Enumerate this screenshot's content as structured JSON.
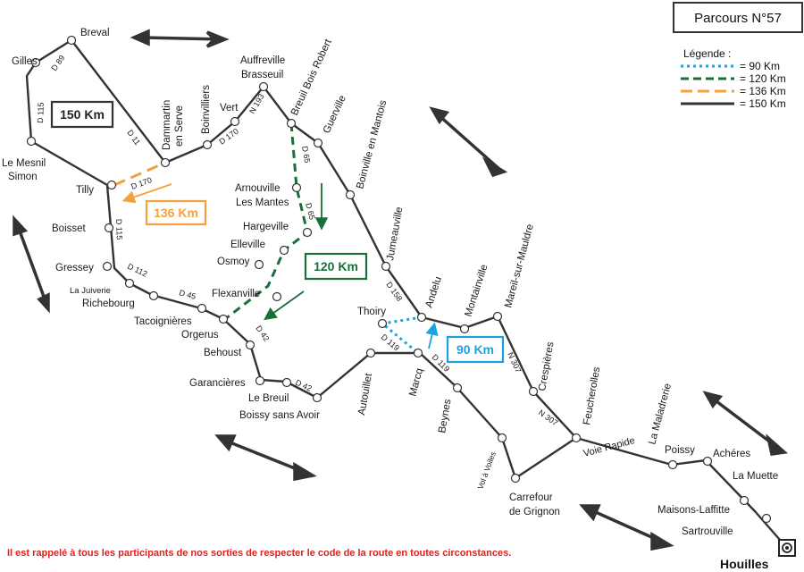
{
  "title": "Parcours N°57",
  "legend": {
    "heading": "Légende :",
    "items": [
      {
        "label": "=   90 Km",
        "color": "#1aa3e0",
        "dash": "dot"
      },
      {
        "label": "= 120 Km",
        "color": "#1a6e3a",
        "dash": "dash"
      },
      {
        "label": "= 136 Km",
        "color": "#f5a03c",
        "dash": "longdash"
      },
      {
        "label": "= 150 Km",
        "color": "#333333",
        "dash": "solid"
      }
    ]
  },
  "distances": {
    "d150": {
      "label": "150 Km",
      "color": "#333333"
    },
    "d136": {
      "label": "136 Km",
      "color": "#f5a03c"
    },
    "d120": {
      "label": "120 Km",
      "color": "#1a6e3a"
    },
    "d90": {
      "label": "90 Km",
      "color": "#1aa3e0"
    }
  },
  "towns": {
    "breval": "Breval",
    "gilles": "Gilles",
    "mesnil1": "Le Mesnil",
    "mesnil2": "Simon",
    "tilly": "Tilly",
    "boisset": "Boisset",
    "gressey": "Gressey",
    "juiverie": "La Juiverie",
    "richebourg": "Richebourg",
    "tacoignieres": "Tacoignières",
    "orgerus": "Orgerus",
    "behoust": "Behoust",
    "garancieres": "Garancières",
    "lebreuil": "Le Breuil",
    "boissy": "Boissy sans Avoir",
    "dammartin1": "Dammartin",
    "dammartin2": "en Serve",
    "boinvilliers": "Boinvilliers",
    "vert": "Vert",
    "auffreville1": "Auffreville",
    "auffreville2": "Brasseuil",
    "breuilbois": "Breuil Bois Robert",
    "guerville": "Guerville",
    "boinvillemantois": "Boinville en Mantois",
    "arnouville1": "Arnouville",
    "arnouville2": "Les Mantes",
    "hargeville": "Hargeville",
    "elleville": "Elleville",
    "osmoy": "Osmoy",
    "flexanville": "Flexanville",
    "jumeauville": "Jumeauville",
    "thoiry": "Thoiry",
    "andelu": "Andelu",
    "montainville": "Montainville",
    "mareil": "Mareil-sur-Mauldre",
    "autouillet": "Autouillet",
    "marcq": "Marcq",
    "beynes": "Beynes",
    "crespieres": "Crespières",
    "feucherolles": "Feucherolles",
    "lamaladrerie": "La Maladrerie",
    "poissy": "Poissy",
    "acheres": "Achéres",
    "lamuette": "La Muette",
    "maisons": "Maisons-Laffitte",
    "sartrouville": "Sartrouville",
    "carrefour1": "Carrefour",
    "carrefour2": "de Grignon",
    "houilles": "Houilles"
  },
  "roads": {
    "d89": "D 89",
    "d115a": "D 115",
    "d11": "D 11",
    "d170a": "D 170",
    "d170b": "D 170",
    "n193": "N 193",
    "d115b": "D 115",
    "d112": "D 112",
    "d45": "D 45",
    "d65a": "D 65",
    "d65b": "D 65",
    "d42a": "D 42",
    "d42b": "D 42",
    "d158": "D 158",
    "d119a": "D 119",
    "d119b": "D 119",
    "n307a": "N 307",
    "n307b": "N 307",
    "voleVoiles": "Vol à Voiles",
    "voieRapide": "Voie Rapide"
  },
  "footer": "Il est rappelé à tous les participants de nos sorties de respecter le code de la route en toutes circonstances."
}
